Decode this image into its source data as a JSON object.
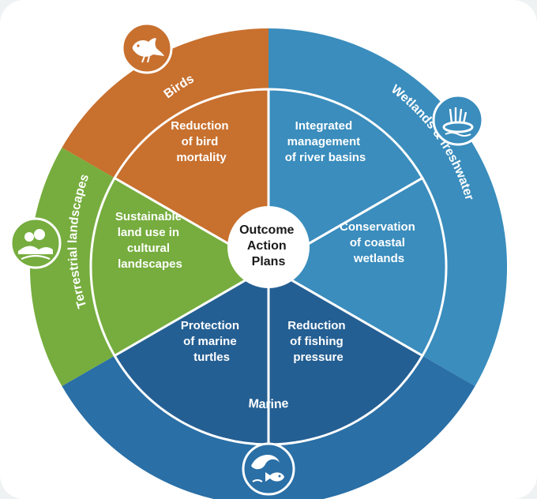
{
  "diagram": {
    "center": {
      "lines": [
        "Outcome",
        "Action",
        "Plans"
      ]
    },
    "outer_ring": [
      {
        "label": "Birds",
        "color": "#c8702e",
        "icon": "bird-icon"
      },
      {
        "label": "Wetlands & freshwater",
        "color": "#3a8dbd",
        "icon": "wetland-icon"
      },
      {
        "label": "Marine",
        "color": "#2a6fa6",
        "icon": "wave-fish-icon"
      },
      {
        "label": "Terrestrial landscapes",
        "color": "#76ad3e",
        "icon": "landscape-icon"
      }
    ],
    "segments": [
      {
        "lines": [
          "Reduction",
          "of bird",
          "mortality"
        ],
        "color": "#c8702e"
      },
      {
        "lines": [
          "Integrated",
          "management",
          "of river basins"
        ],
        "color": "#3a8dbd"
      },
      {
        "lines": [
          "Conservation",
          "of coastal",
          "wetlands"
        ],
        "color": "#3a8dbd"
      },
      {
        "lines": [
          "Reduction",
          "of fishing",
          "pressure"
        ],
        "color": "#2a6fa6"
      },
      {
        "lines": [
          "Protection",
          "of marine",
          "turtles"
        ],
        "color": "#2a6fa6"
      },
      {
        "lines": [
          "Sustainable",
          "land use in",
          "cultural",
          "landscapes"
        ],
        "color": "#76ad3e"
      }
    ]
  }
}
